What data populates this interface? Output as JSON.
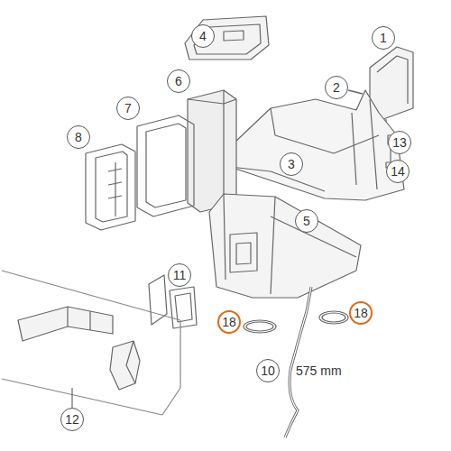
{
  "diagram": {
    "nodes": [
      {
        "text": [
          "4"
        ]
      },
      {
        "text": [
          "1"
        ]
      },
      {
        "text": [
          "6"
        ]
      },
      {
        "text": [
          "2"
        ]
      },
      {
        "text": [
          "7"
        ]
      },
      {
        "text": [
          "8"
        ]
      },
      {
        "text": [
          "13"
        ]
      },
      {
        "text": [
          "3"
        ]
      },
      {
        "text": [
          "14"
        ]
      },
      {
        "text": [
          "5"
        ]
      },
      {
        "text": [
          "11"
        ]
      },
      {
        "text": [
          "18"
        ]
      },
      {
        "text": [
          "18"
        ]
      },
      {
        "text": [
          "10"
        ]
      },
      {
        "text": [
          "12"
        ]
      }
    ],
    "labels": [
      "575 mm"
    ]
  }
}
